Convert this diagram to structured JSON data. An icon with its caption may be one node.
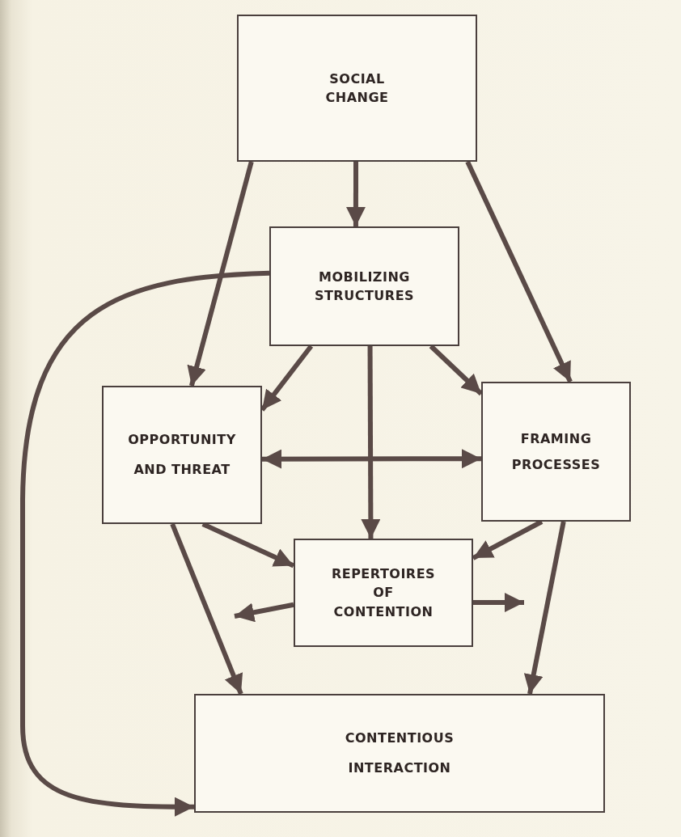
{
  "diagram": {
    "nodes": [
      {
        "text": [
          "SOCIAL CHANGE"
        ]
      },
      {
        "text": [
          "MOBILIZING STRUCTURES"
        ]
      },
      {
        "text": [
          "OPPORTUNITY AND THREAT"
        ]
      },
      {
        "text": [
          "FRAMING PROCESSES"
        ]
      },
      {
        "text": [
          "REPERTOIRES OF CONTENTION"
        ]
      },
      {
        "text": [
          "CONTENTIOUS INTERACTION"
        ]
      }
    ],
    "edges": [
      {
        "from": 0,
        "to": 2,
        "arrow": "to"
      },
      {
        "from": 0,
        "to": 1,
        "arrow": "to"
      },
      {
        "from": 0,
        "to": 3,
        "arrow": "to"
      },
      {
        "from": 1,
        "to": 5,
        "arrow": "to"
      },
      {
        "from": 1,
        "to": 2,
        "arrow": "to"
      },
      {
        "from": 1,
        "to": 4,
        "arrow": "to"
      },
      {
        "from": 1,
        "to": 3,
        "arrow": "to"
      },
      {
        "from": 2,
        "to": 3,
        "arrow": "both"
      },
      {
        "from": 2,
        "to": 4,
        "arrow": "to"
      },
      {
        "from": 2,
        "to": 5,
        "arrow": "to"
      },
      {
        "from": 3,
        "to": 4,
        "arrow": "to"
      },
      {
        "from": 3,
        "to": 5,
        "arrow": "to"
      },
      {
        "from": 4,
        "to": null,
        "arrow": "to"
      },
      {
        "from": 4,
        "to": null,
        "arrow": "to"
      }
    ]
  }
}
